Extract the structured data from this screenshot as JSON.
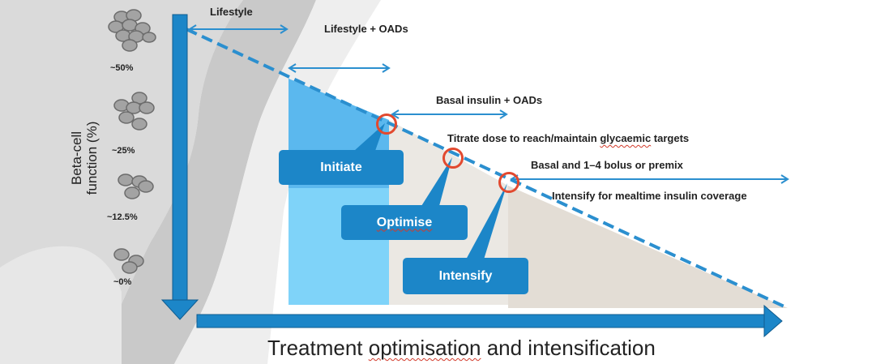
{
  "y_axis": {
    "line1": "Beta-cell",
    "line2": "function (%)"
  },
  "x_axis": {
    "title_plain": "Treatment ",
    "title_underlined": "optimisation",
    "title_rest": " and intensification"
  },
  "beta_levels": [
    {
      "label": "~50%"
    },
    {
      "label": "~25%"
    },
    {
      "label": "~12.5%"
    },
    {
      "label": "~0%"
    }
  ],
  "phases": {
    "lifestyle": "Lifestyle",
    "lifestyle_oads": "Lifestyle + OADs",
    "basal_oads": "Basal insulin + OADs",
    "titrate_prefix": "Titrate dose to reach/maintain ",
    "titrate_underlined": "glycaemic",
    "titrate_suffix": " targets",
    "basal_bolus": "Basal and 1–4 bolus or premix",
    "intensify_mealtime": "Intensify for mealtime insulin coverage"
  },
  "callouts": {
    "initiate": "Initiate",
    "optimise": "Optimise",
    "intensify": "Intensify"
  },
  "colors": {
    "primary_blue": "#1c86c8",
    "light_blue": "#7fd3f9",
    "mid_blue": "#5bb8ee",
    "grey_panel": "#e8e4df",
    "marker_red": "#e2492f",
    "cell_grey": "#a3a3a3"
  }
}
